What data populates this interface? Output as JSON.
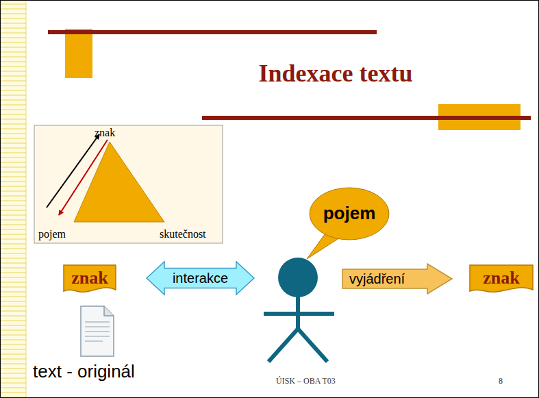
{
  "diagram": {
    "title": "Indexace textu",
    "nodes": [
      {
        "text": [
          "znak",
          "pojem",
          "skutečnost"
        ]
      },
      {
        "text": [
          "znak"
        ]
      },
      {
        "text": [
          "interakce"
        ]
      },
      {
        "text": [
          "pojem"
        ]
      },
      {
        "text": [
          "vyjádření"
        ]
      },
      {
        "text": [
          "znak"
        ]
      }
    ],
    "labels": [
      "text - originál",
      "ÚISK – OBA T03",
      "8"
    ]
  }
}
